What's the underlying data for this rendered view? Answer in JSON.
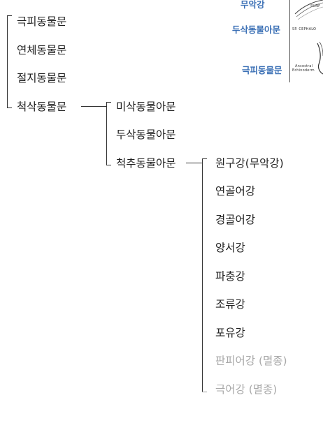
{
  "tree": {
    "phyla": [
      "극피동물문",
      "연체동물문",
      "절지동물문",
      "척삭동물문"
    ],
    "subphyla": [
      "미삭동물아문",
      "두삭동물아문",
      "척추동물아문"
    ],
    "classes": [
      {
        "label": "원구강(무악강)",
        "extinct": false
      },
      {
        "label": "연골어강",
        "extinct": false
      },
      {
        "label": "경골어강",
        "extinct": false
      },
      {
        "label": "양서강",
        "extinct": false
      },
      {
        "label": "파충강",
        "extinct": false
      },
      {
        "label": "조류강",
        "extinct": false
      },
      {
        "label": "포유강",
        "extinct": false
      },
      {
        "label": "판피어강 (멸종)",
        "extinct": true
      },
      {
        "label": "극어강 (멸종)",
        "extinct": true
      }
    ]
  },
  "inset": {
    "labels": [
      "무악강",
      "두삭동물아문",
      "극피동물문"
    ],
    "tiny_text": [
      "SP. CEPHALO",
      "Ancestral",
      "Echinoderm",
      "SUNF"
    ]
  },
  "colors": {
    "text": "#1e1e1e",
    "extinct": "#a9a9a9",
    "line": "#333333",
    "inset_label": "#3a6fb5"
  }
}
